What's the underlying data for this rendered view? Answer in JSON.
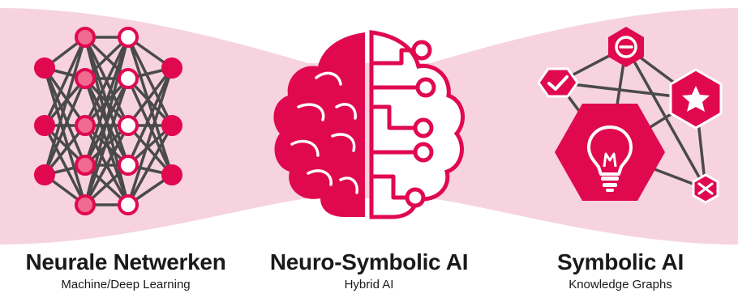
{
  "colors": {
    "accent": "#e0094f",
    "accent_light": "#f06b8f",
    "band": "#f6d3df",
    "edge": "#4a4a4a",
    "text": "#1a1a1a"
  },
  "sections": {
    "left": {
      "title": "Neurale Netwerken",
      "subtitle": "Machine/Deep Learning",
      "icon": "neural-network-icon"
    },
    "middle": {
      "title": "Neuro-Symbolic AI",
      "subtitle": "Hybrid AI",
      "icon": "brain-circuit-icon"
    },
    "right": {
      "title": "Symbolic AI",
      "subtitle": "Knowledge Graphs",
      "icon": "knowledge-graph-icon"
    }
  }
}
